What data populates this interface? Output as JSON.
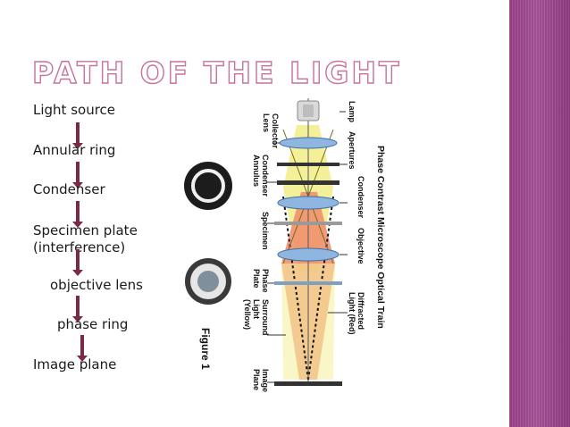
{
  "slide": {
    "title": "PATH OF THE LIGHT",
    "steps": [
      {
        "label": "Light source"
      },
      {
        "label": "Annular ring"
      },
      {
        "label": "Condenser"
      },
      {
        "label": "Specimen plate"
      },
      {
        "label": "(interference)"
      },
      {
        "label": "objective lens"
      },
      {
        "label": "phase ring"
      },
      {
        "label": "Image plane"
      }
    ]
  },
  "diagram": {
    "title": "Phase Contrast Microscope Optical Train",
    "figure_label": "Figure 1",
    "labels": {
      "lamp": "Lamp",
      "collector_lens": [
        "Collector",
        "Lens"
      ],
      "apertures": "Apertures",
      "condenser_annulus": [
        "Condenser",
        "Annulus"
      ],
      "condenser": "Condenser",
      "specimen": "Specimen",
      "objective": "Objective",
      "phase_plate": [
        "Phase",
        "Plate"
      ],
      "diffracted_light": [
        "Diffracted",
        "Light (Red)"
      ],
      "surround_light": [
        "Surround",
        "Light",
        "(Yellow)"
      ],
      "image_plane": [
        "Image",
        "Plane"
      ]
    }
  },
  "colors": {
    "title_stroke": "#c8729a",
    "arrow": "#7a2a45",
    "sidebar": "#9b3f8c",
    "surround_light": "#f3ef8a",
    "diffracted_light": "#f08a6a",
    "lens": "#8fb6e0"
  }
}
